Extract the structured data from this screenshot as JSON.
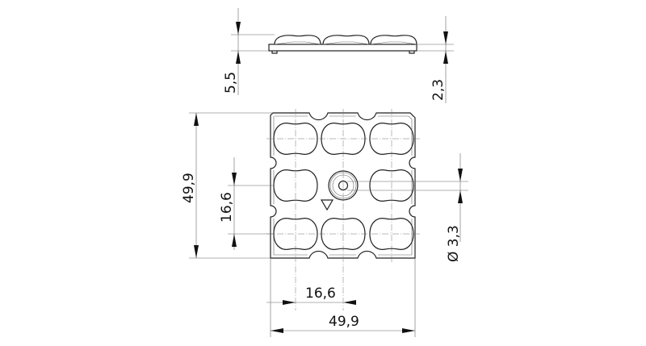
{
  "dimensions": {
    "side_total_height": "5,5",
    "side_base_height": "2,3",
    "front_height": "49,9",
    "front_pitch_vertical": "16,6",
    "hole_diameter": "Ø 3,3",
    "front_pitch_horizontal": "16,6",
    "front_width": "49,9"
  }
}
